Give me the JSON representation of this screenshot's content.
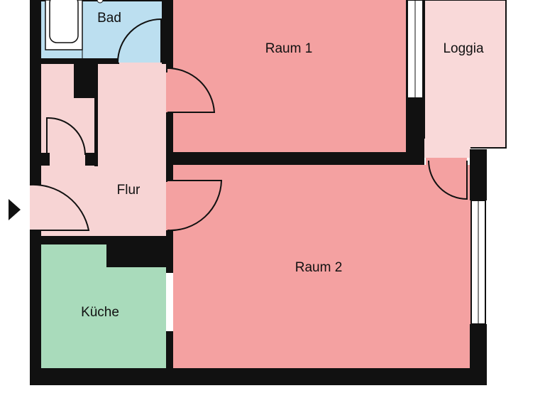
{
  "plan": {
    "colors": {
      "wall": "#111111",
      "bath": "#bcdff0",
      "hall": "#f7d4d4",
      "room": "#f4a1a1",
      "kitchen": "#a9dbbb",
      "loggia": "#f9d9d9"
    },
    "rooms": {
      "bad": "Bad",
      "raum1": "Raum 1",
      "loggia": "Loggia",
      "flur": "Flur",
      "raum2": "Raum 2",
      "kueche": "Küche"
    },
    "icons": {
      "entrance": "entrance-arrow-icon",
      "bathtub": "bathtub-icon"
    }
  }
}
